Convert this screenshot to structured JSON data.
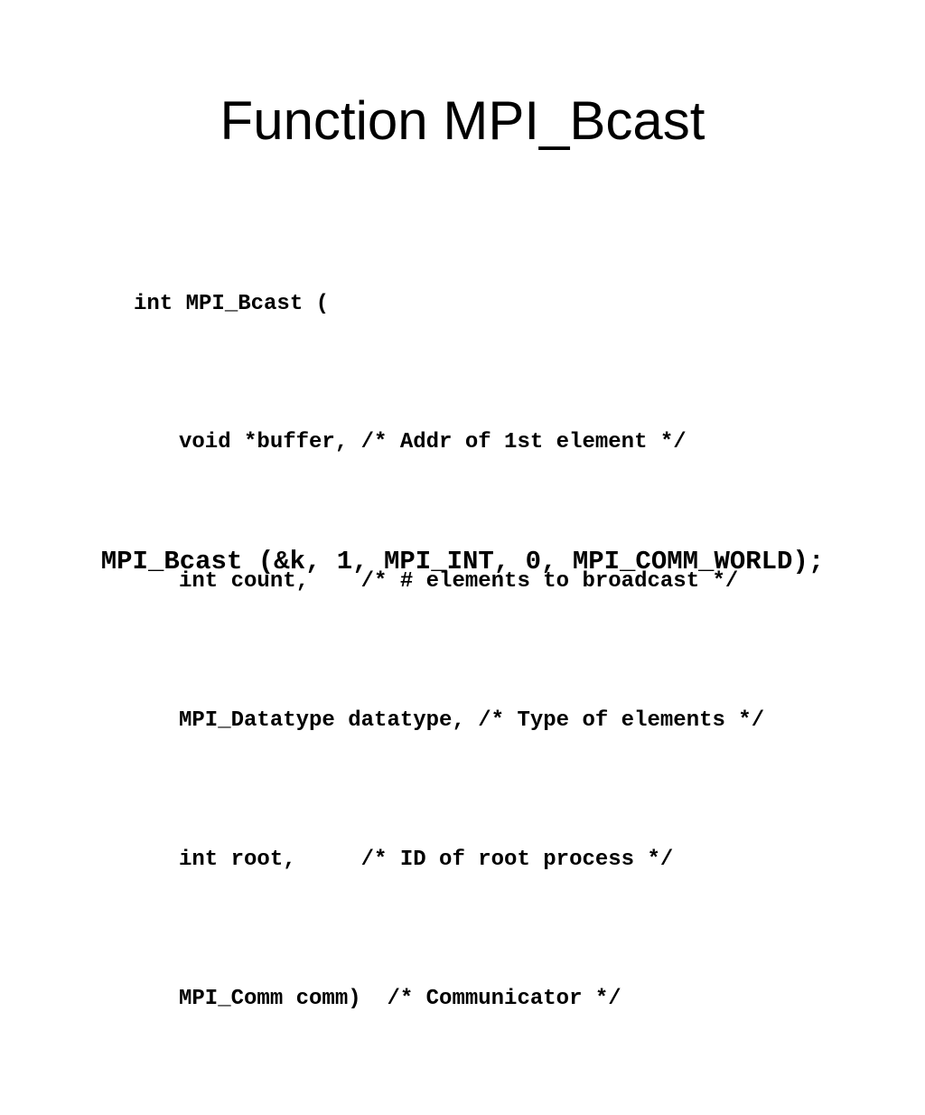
{
  "slide": {
    "title": "Function MPI_Bcast",
    "signature": {
      "lines": [
        "int MPI_Bcast (",
        "void *buffer, /* Addr of 1st element */",
        "int count,    /* # elements to broadcast */",
        "MPI_Datatype datatype, /* Type of elements */",
        "int root,     /* ID of root process */",
        "MPI_Comm comm)  /* Communicator */"
      ]
    },
    "example_call": "MPI_Bcast (&k, 1, MPI_INT, 0, MPI_COMM_WORLD);"
  }
}
